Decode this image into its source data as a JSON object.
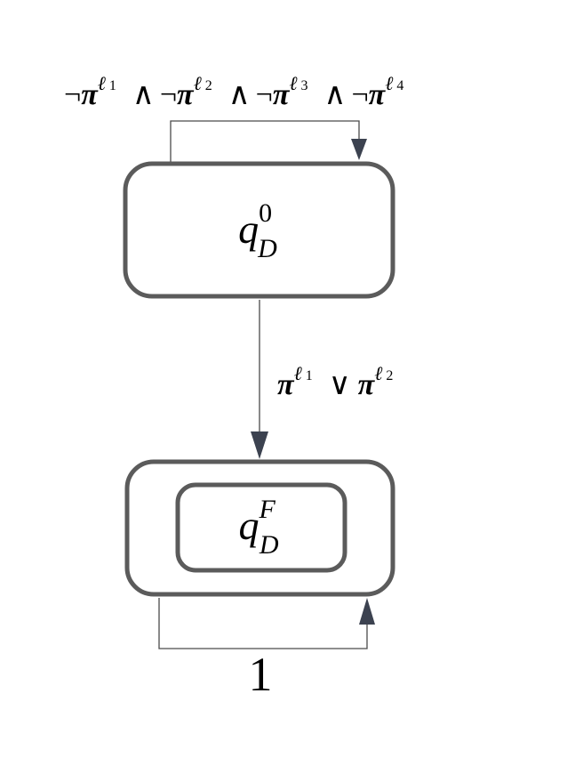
{
  "diagram": {
    "states": [
      {
        "id": "q0",
        "base": "q",
        "sub": "D",
        "sup": "0",
        "accepting": false
      },
      {
        "id": "qF",
        "base": "q",
        "sub": "D",
        "sup": "F",
        "accepting": true
      }
    ],
    "transitions": [
      {
        "from": "q0",
        "to": "q0",
        "guard": {
          "terms": [
            {
              "neg": "¬",
              "pi": "π",
              "ell": "ℓ",
              "idx": "1"
            },
            {
              "neg": "¬",
              "pi": "π",
              "ell": "ℓ",
              "idx": "2"
            },
            {
              "neg": "¬",
              "pi": "π",
              "ell": "ℓ",
              "idx": "3"
            },
            {
              "neg": "¬",
              "pi": "π",
              "ell": "ℓ",
              "idx": "4"
            }
          ],
          "op": "∧"
        }
      },
      {
        "from": "q0",
        "to": "qF",
        "guard": {
          "terms": [
            {
              "pi": "π",
              "ell": "ℓ",
              "idx": "1"
            },
            {
              "pi": "π",
              "ell": "ℓ",
              "idx": "2"
            }
          ],
          "op": "∨"
        }
      },
      {
        "from": "qF",
        "to": "qF",
        "guard": {
          "label": "1"
        }
      }
    ]
  }
}
